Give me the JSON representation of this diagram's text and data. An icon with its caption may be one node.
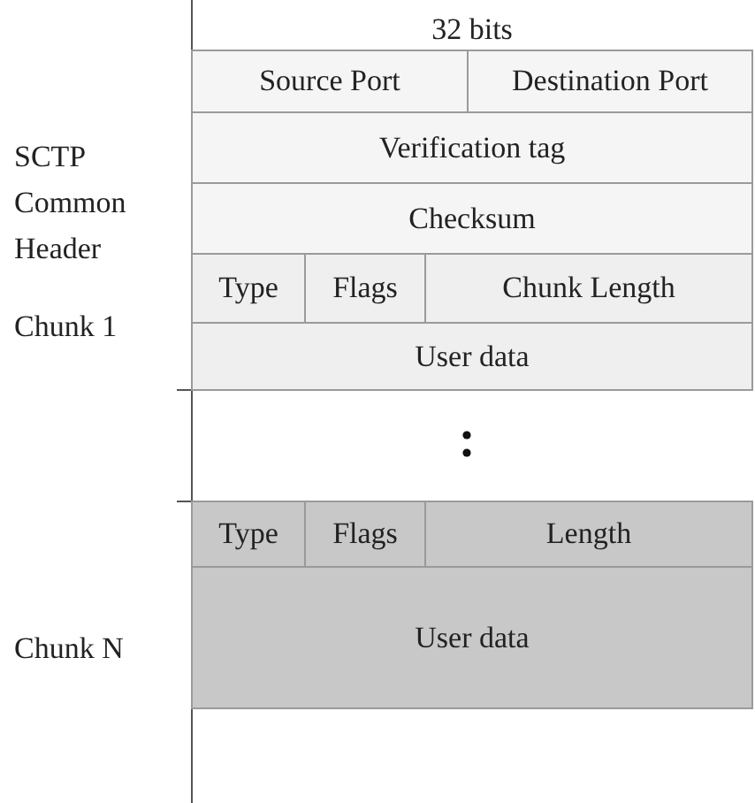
{
  "diagram": {
    "nodes": [
      {
        "text": [
          "Source Port"
        ]
      },
      {
        "text": [
          "Destination Port"
        ]
      },
      {
        "text": [
          "Verification tag"
        ]
      },
      {
        "text": [
          "Checksum"
        ]
      },
      {
        "text": [
          "Type"
        ]
      },
      {
        "text": [
          "Flags"
        ]
      },
      {
        "text": [
          "Chunk Length"
        ]
      },
      {
        "text": [
          "User data"
        ]
      },
      {
        "text": [
          "Type"
        ]
      },
      {
        "text": [
          "Flags"
        ]
      },
      {
        "text": [
          "Length"
        ]
      },
      {
        "text": [
          "User data"
        ]
      }
    ],
    "labels": [
      "32 bits",
      "SCTP Common Header",
      "Chunk 1",
      "Chunk N"
    ]
  }
}
